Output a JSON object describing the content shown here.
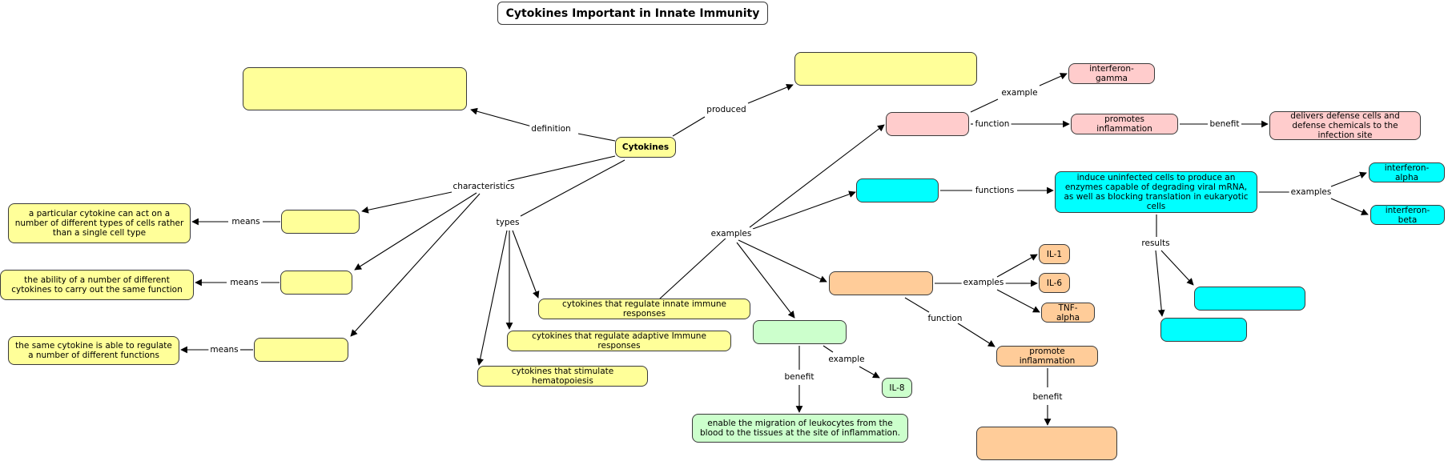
{
  "title": "Cytokines Important in Innate Immunity",
  "nodes": {
    "cytokines": "Cytokines",
    "produced_target": "",
    "definition_target": "",
    "ifn_gamma_group": "",
    "interferon_gamma": "interferon-gamma",
    "promotes_inflammation": "promotes inflammation",
    "delivers_defense": "delivers defense cells and defense chemicals to the infection site",
    "interferon_group": "",
    "induce_uninfected": "induce uninfected cells to produce an enzymes capable of degrading viral mRNA, as well as blocking translation in eukaryotic cells",
    "interferon_alpha": "interferon-alpha",
    "interferon_beta": "interferon-beta",
    "result_1": "",
    "result_2": "",
    "pleiotropy_desc": "a particular cytokine can act on a number of different types of cells rather than a single cell type",
    "redundancy_desc": "the ability of a number of different cytokines to carry out the same function",
    "multifunction_desc": "the same cytokine is able to regulate a number of different functions",
    "char_1": "",
    "char_2": "",
    "char_3": "",
    "innate_reg": "cytokines that regulate innate immune responses",
    "adaptive_reg": "cytokines that regulate adaptive Immune responses",
    "hematopoiesis": "cytokines that stimulate hematopoiesis",
    "il_group": "",
    "il1": "IL-1",
    "il6": "IL-6",
    "tnf_alpha": "TNF-alpha",
    "promote_inflammation": "promote inflammation",
    "benefit_target": "",
    "chemokine_group": "",
    "il8": "IL-8",
    "enable_migration": "enable the migration of leukocytes from the blood to the tissues at the site of inflammation."
  },
  "labels": {
    "definition": "definition",
    "produced": "produced",
    "characteristics": "characteristics",
    "types": "types",
    "examples_main": "examples",
    "means_1": "means",
    "means_2": "means",
    "means_3": "means",
    "example_ifn": "example",
    "function_ifn": "function",
    "benefit_ifn": "benefit",
    "functions_interferon": "functions",
    "examples_interferon": "examples",
    "results": "results",
    "examples_il": "examples",
    "function_il": "function",
    "benefit_il": "benefit",
    "example_chemokine": "example",
    "benefit_chemokine": "benefit"
  },
  "colors": {
    "yellow": "#ffff99",
    "pink": "#ffcccc",
    "cyan": "#00ffff",
    "orange": "#ffcc99",
    "green": "#ccffcc",
    "line": "#000000"
  }
}
